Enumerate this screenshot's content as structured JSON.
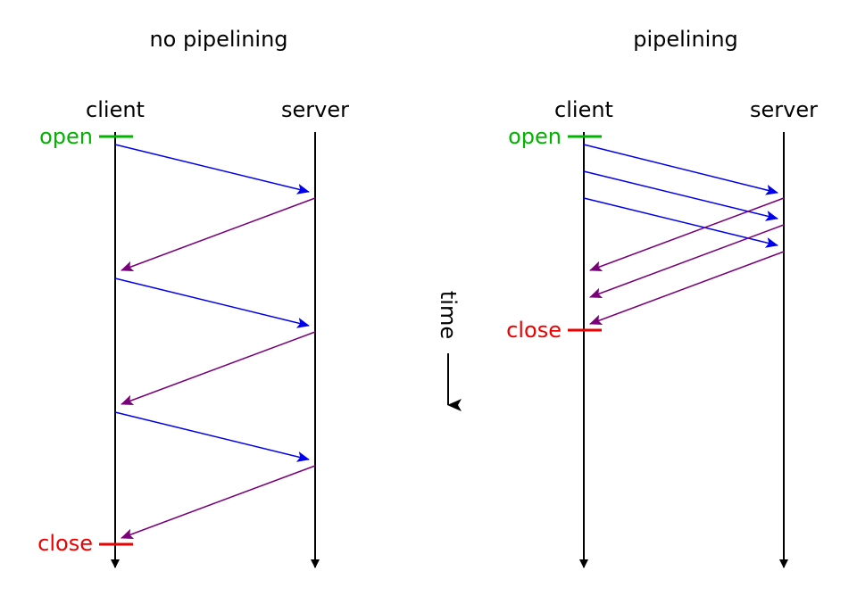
{
  "colors": {
    "axis": "#000000",
    "request": "#0000ee",
    "response": "#7a007a",
    "open": "#00b400",
    "close": "#ee0000"
  },
  "panels": [
    {
      "title": "no pipelining",
      "client_label": "client",
      "server_label": "server",
      "open_label": "open",
      "close_label": "close"
    },
    {
      "title": "pipelining",
      "client_label": "client",
      "server_label": "server",
      "open_label": "open",
      "close_label": "close"
    }
  ],
  "time_label": "time"
}
